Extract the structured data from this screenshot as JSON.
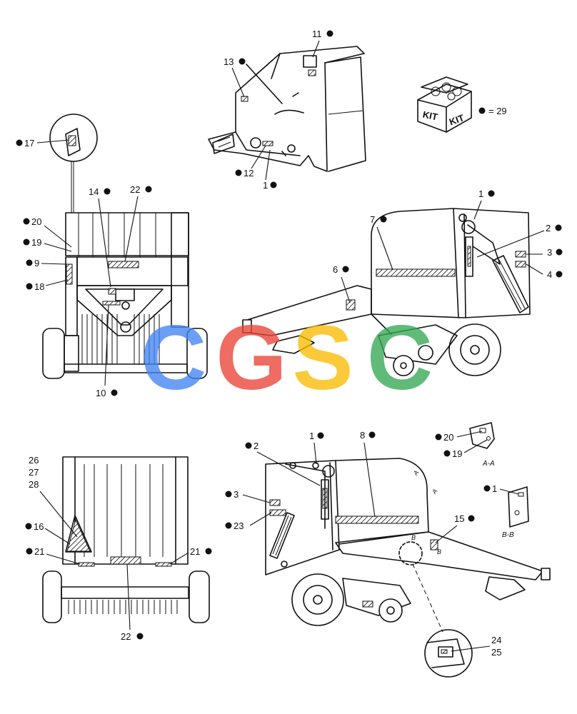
{
  "labels": {
    "l11": "11",
    "l13": "13",
    "l12": "12",
    "l1a": "1",
    "l17": "17",
    "l14": "14",
    "l22a": "22",
    "l20a": "20",
    "l19a": "19",
    "l9": "9",
    "l18": "18",
    "l10": "10",
    "l1b": "1",
    "l7": "7",
    "l2a": "2",
    "l3a": "3",
    "l4": "4",
    "l6": "6",
    "l26": "26",
    "l27": "27",
    "l28": "28",
    "l16": "16",
    "l21a": "21",
    "l21b": "21",
    "l22b": "22",
    "l2b": "2",
    "l1c": "1",
    "l8": "8",
    "l3b": "3",
    "l23": "23",
    "l15": "15",
    "l20b": "20",
    "l19b": "19",
    "l1d": "1",
    "l24": "24",
    "l25": "25"
  },
  "kit": {
    "box_left": "KIT",
    "box_right": "KIT",
    "equals": "= 29"
  },
  "sections": {
    "aa": "A-A",
    "bb": "B-B",
    "mark_a": "A",
    "mark_b": "B"
  },
  "watermark": {
    "letters": [
      "C",
      "G",
      "S",
      "C"
    ],
    "colors": [
      "#4285F4",
      "#EA4335",
      "#FBBC05",
      "#34A853"
    ]
  }
}
